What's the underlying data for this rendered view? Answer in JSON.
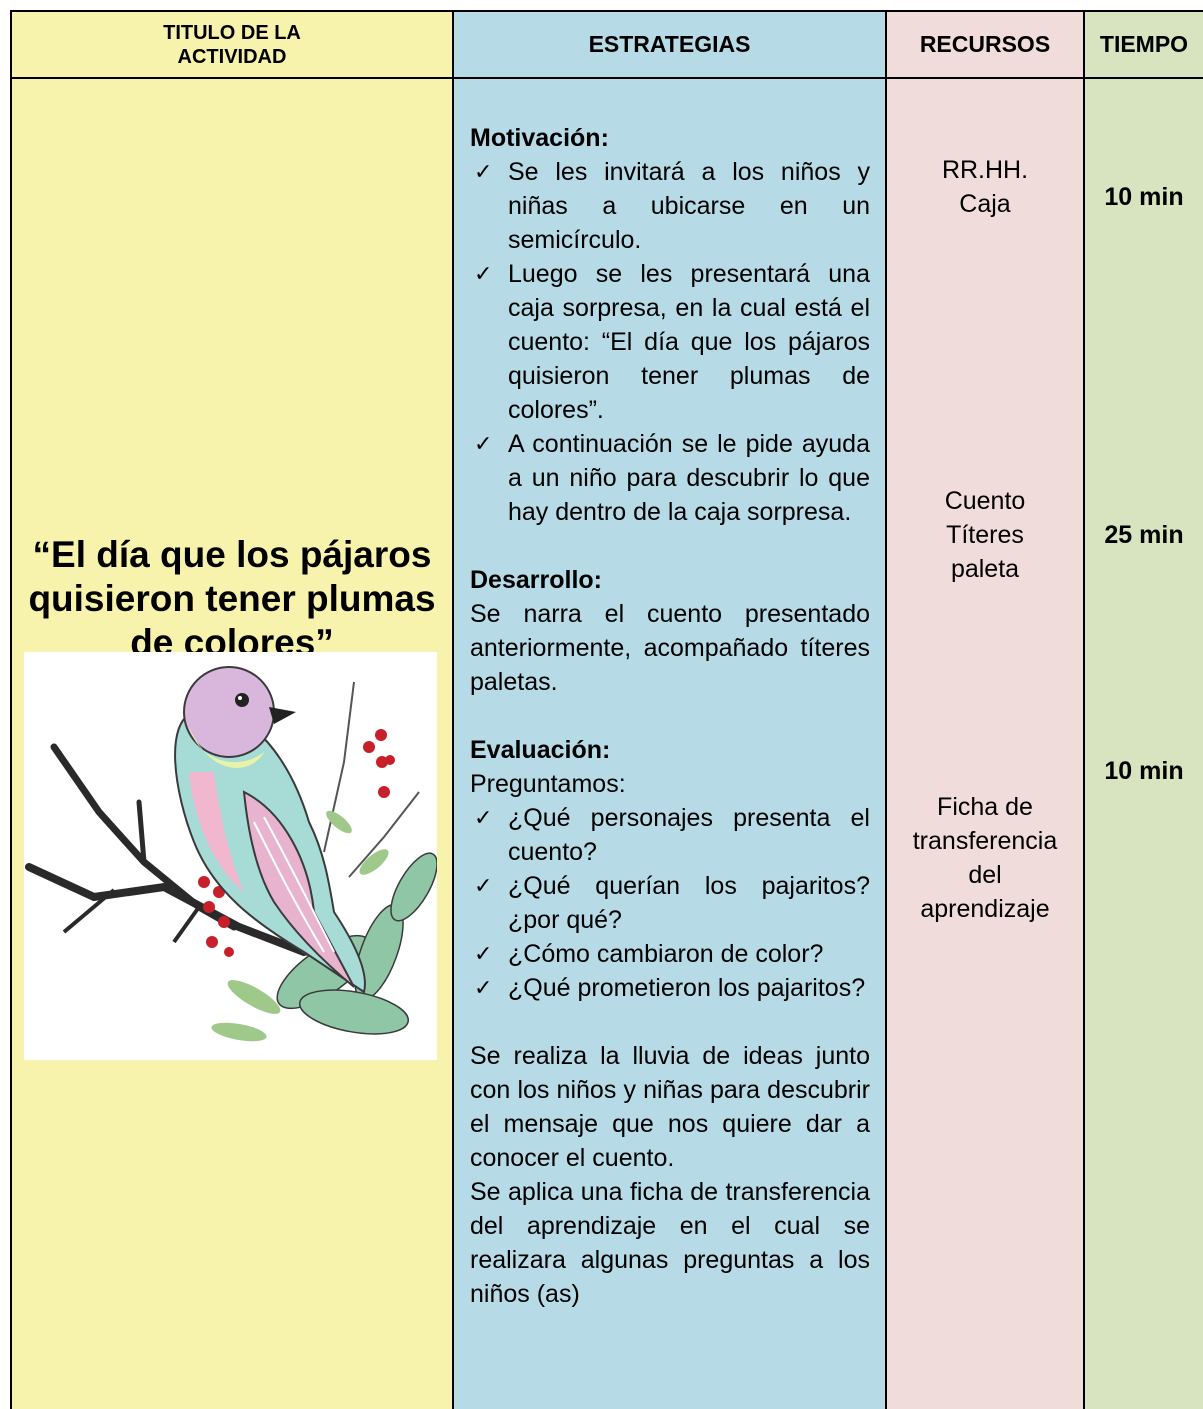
{
  "headers": {
    "titulo": "TITULO DE LA ACTIVIDAD",
    "estrategias": "ESTRATEGIAS",
    "recursos": "RECURSOS",
    "tiempo": "TIEMPO"
  },
  "activity_title": "“El día que los pájaros quisieron tener plumas de colores”",
  "strategies": {
    "motivacion": {
      "title": "Motivación:",
      "items": [
        "Se les invitará a los niños y niñas a ubicarse en un semicírculo.",
        "Luego se les presentará una caja sorpresa, en la cual está el cuento: “El día que los pájaros quisieron tener plumas de colores”.",
        "A continuación se le pide ayuda a un niño para descubrir lo que hay dentro de la caja sorpresa."
      ]
    },
    "desarrollo": {
      "title": "Desarrollo:",
      "text": "Se narra el cuento presentado anteriormente, acompañado títeres paletas."
    },
    "evaluacion": {
      "title": "Evaluación:",
      "intro": "Preguntamos:",
      "items": [
        "¿Qué personajes presenta el cuento?",
        "¿Qué querían los pajaritos? ¿por qué?",
        "¿Cómo cambiaron de color?",
        "¿Qué prometieron los pajaritos?"
      ],
      "closing_1": "Se realiza la lluvia de ideas junto con los niños y niñas para descubrir el mensaje que nos quiere dar a conocer el cuento.",
      "closing_2": "Se aplica una ficha de transferencia del aprendizaje en el cual se realizara algunas preguntas a los niños (as)"
    }
  },
  "resources": [
    [
      "RR.HH.",
      "Caja"
    ],
    [
      "Cuento",
      "Títeres",
      "paleta"
    ],
    [
      "Ficha de",
      "transferencia",
      "del",
      "aprendizaje"
    ]
  ],
  "times": [
    "10 min",
    "25 min",
    "10 min"
  ],
  "colors": {
    "titulo_bg": "#f8f3ac",
    "estrategias_bg": "#b6dbe6",
    "recursos_bg": "#f1dcdc",
    "tiempo_bg": "#d8e3bf"
  }
}
